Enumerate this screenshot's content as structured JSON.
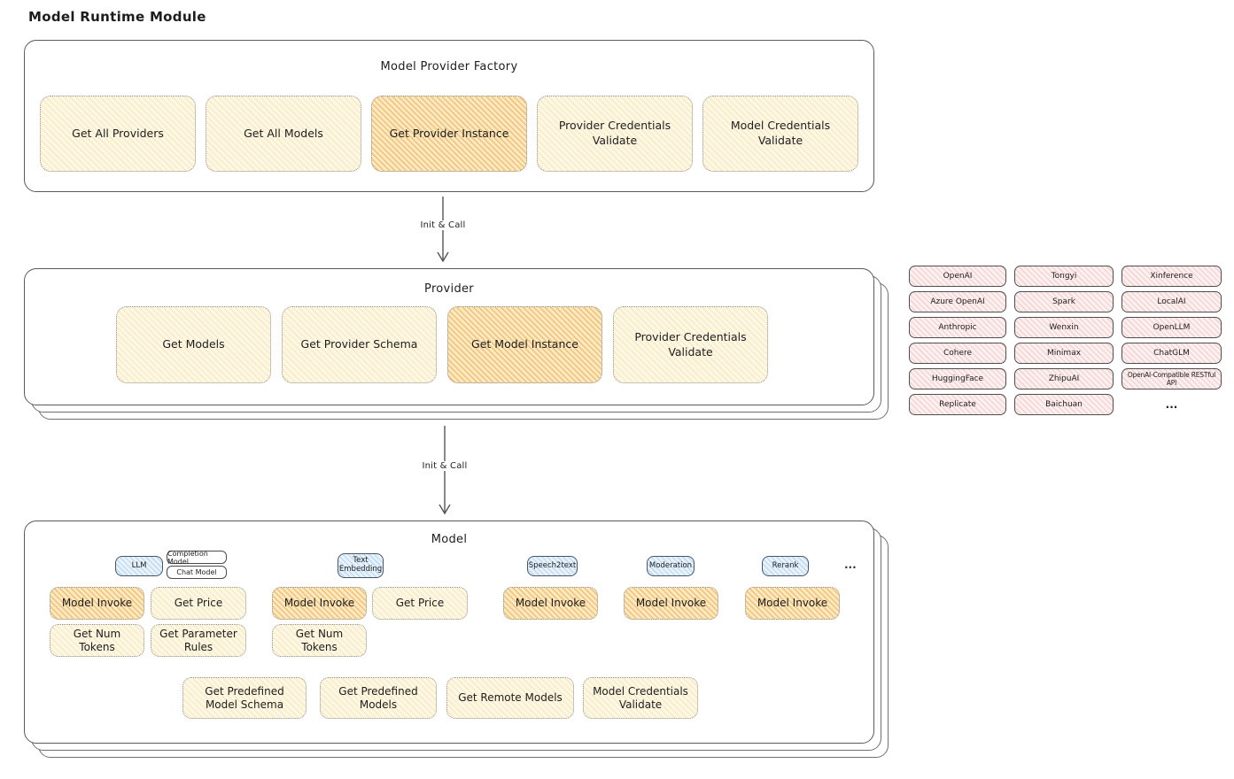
{
  "title": "Model Runtime Module",
  "factory": {
    "title": "Model Provider Factory",
    "buttons": [
      {
        "label": "Get All Providers",
        "highlighted": false
      },
      {
        "label": "Get All Models",
        "highlighted": false
      },
      {
        "label": "Get Provider Instance",
        "highlighted": true
      },
      {
        "label": "Provider Credentials Validate",
        "highlighted": false
      },
      {
        "label": "Model Credentials Validate",
        "highlighted": false
      }
    ]
  },
  "arrows": [
    {
      "label": "Init & Call"
    },
    {
      "label": "Init & Call"
    }
  ],
  "provider": {
    "title": "Provider",
    "buttons": [
      {
        "label": "Get Models",
        "highlighted": false
      },
      {
        "label": "Get Provider Schema",
        "highlighted": false
      },
      {
        "label": "Get Model Instance",
        "highlighted": true
      },
      {
        "label": "Provider Credentials Validate",
        "highlighted": false
      }
    ]
  },
  "providers_grid": {
    "items": [
      "OpenAI",
      "Tongyi",
      "Xinference",
      "Azure OpenAI",
      "Spark",
      "LocalAI",
      "Anthropic",
      "Wenxin",
      "OpenLLM",
      "Cohere",
      "Minimax",
      "ChatGLM",
      "HuggingFace",
      "ZhipuAI",
      "OpenAI-Compatible RESTful API",
      "Replicate",
      "Baichuan"
    ],
    "more": "..."
  },
  "model": {
    "title": "Model",
    "tabs": {
      "llm": "LLM",
      "completion_model": "Completion Model",
      "chat_model": "Chat Model",
      "text_embedding": "Text Embedding",
      "speech2text": "Speech2text",
      "moderation": "Moderation",
      "rerank": "Rerank",
      "more": "..."
    },
    "functions": {
      "llm": {
        "invoke": "Model Invoke",
        "price": "Get Price",
        "tokens": "Get Num Tokens",
        "rules": "Get Parameter Rules"
      },
      "text_embedding": {
        "invoke": "Model Invoke",
        "price": "Get Price",
        "tokens": "Get Num Tokens"
      },
      "speech2text": {
        "invoke": "Model Invoke"
      },
      "moderation": {
        "invoke": "Model Invoke"
      },
      "rerank": {
        "invoke": "Model Invoke"
      }
    },
    "common": [
      "Get Predefined Model Schema",
      "Get Predefined Models",
      "Get Remote Models",
      "Model Credentials Validate"
    ]
  },
  "colors": {
    "highlight_orange": "#f6c87e",
    "node_yellow": "#fdf8e6",
    "provider_pink": "#fdf0f0",
    "tab_blue": "#e9f3fc",
    "stroke_dark": "#5a5a5a"
  }
}
